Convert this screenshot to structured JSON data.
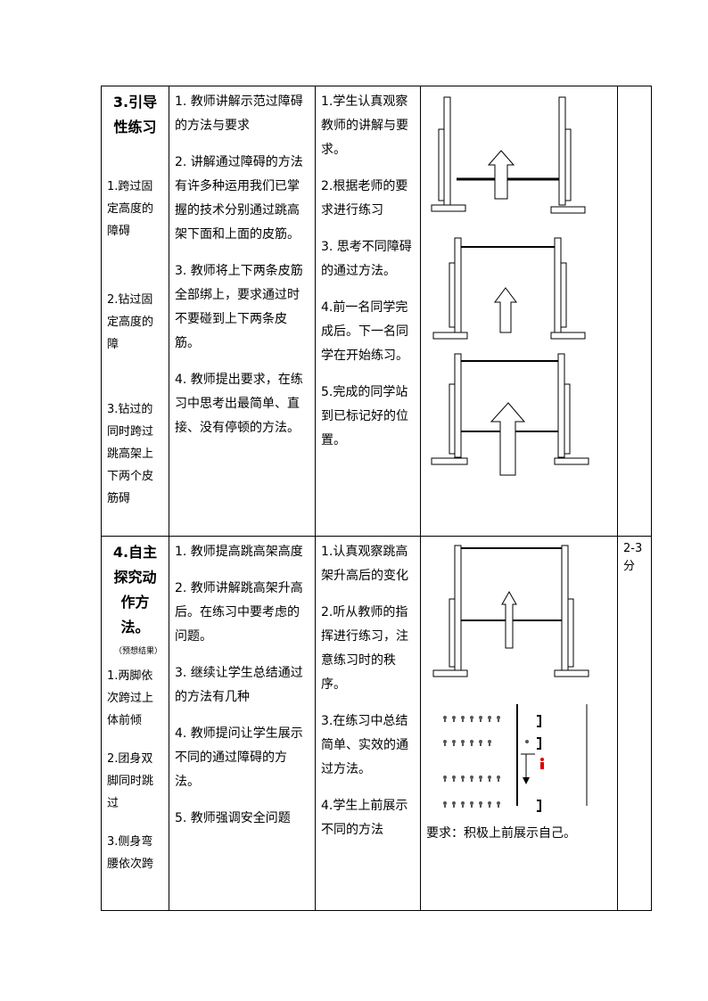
{
  "row1": {
    "title": "3.引导性练习",
    "sub_items": [
      "1.跨过固定高度的障碍",
      "2.钻过固定高度的障",
      "3.钻过的同时跨过跳高架上下两个皮筋碍"
    ],
    "teacher": [
      "1. 教师讲解示范过障碍的方法与要求",
      "2. 讲解通过障碍的方法有许多种运用我们已掌握的技术分别通过跳高架下面和上面的皮筋。",
      "3. 教师将上下两条皮筋全部绑上，要求通过时不要碰到上下两条皮筋。",
      "4. 教师提出要求，在练习中思考出最简单、直接、没有停顿的方法。"
    ],
    "student": [
      "1.学生认真观察教师的讲解与要求。",
      "2.根据老师的要求进行练习",
      "3. 思考不同障碍的通过方法。",
      "4.前一名同学完成后。下一名同学在开始练习。",
      "5.完成的同学站到已标记好的位置。"
    ],
    "time": ""
  },
  "row2": {
    "title": "4.自主探究动作方法。",
    "note": "（预想结果）",
    "sub_items": [
      "1.两脚依次跨过上体前倾",
      "2.团身双脚同时跳过",
      "3.侧身弯腰依次跨"
    ],
    "teacher": [
      "1. 教师提高跳高架高度",
      "2. 教师讲解跳高架升高后。在练习中要考虑的问题。",
      "3. 继续让学生总结通过的方法有几种",
      "4. 教师提问让学生展示不同的通过障碍的方法。",
      "5. 教师强调安全问题"
    ],
    "student": [
      "1.认真观察跳高架升高后的变化",
      "2.听从教师的指挥进行练习，注意练习时的秩序。",
      "3.在练习中总结简单、实效的通过方法。",
      "4.学生上前展示不同的方法"
    ],
    "requirement": "要求：积极上前展示自己。",
    "time": "2-3分"
  }
}
